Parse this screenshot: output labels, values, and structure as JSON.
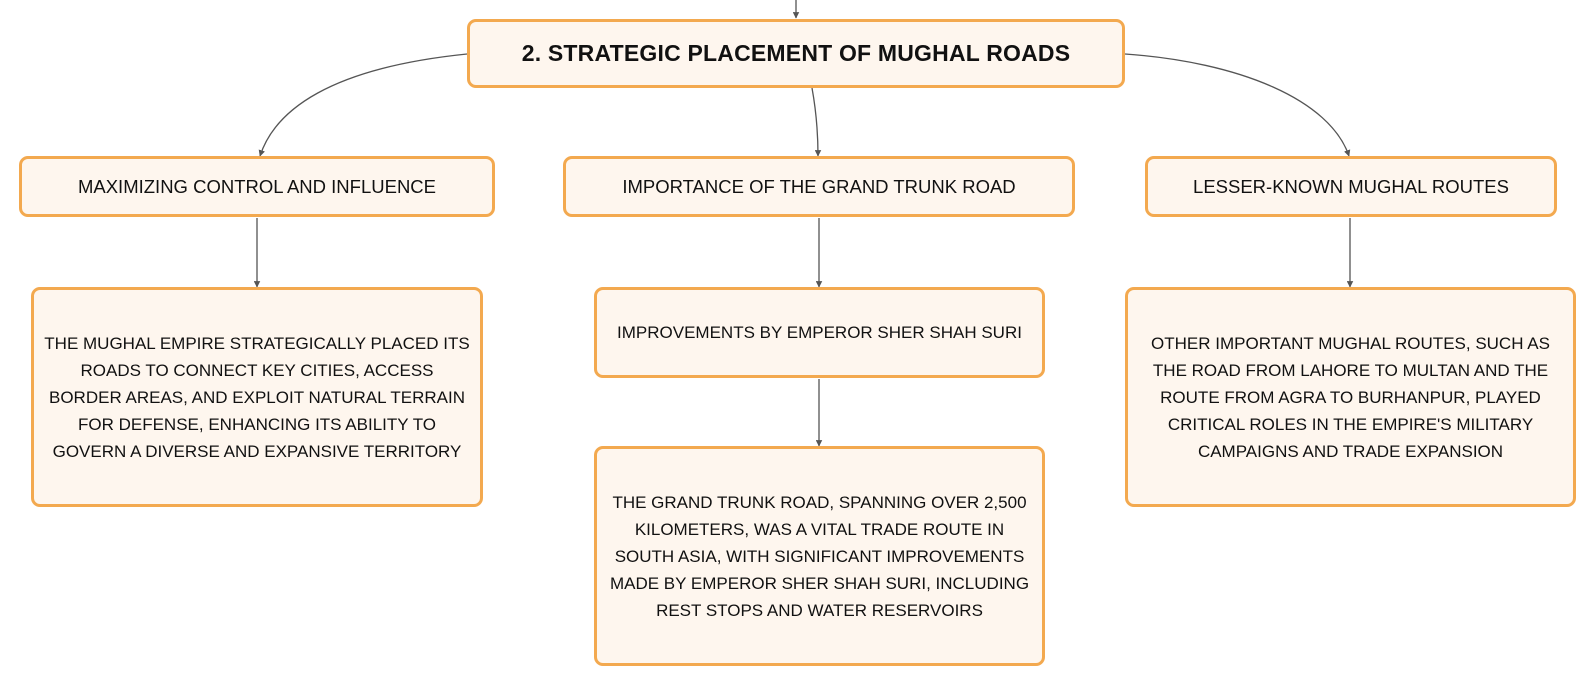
{
  "root": {
    "label": "2. STRATEGIC PLACEMENT OF MUGHAL ROADS"
  },
  "branches": [
    {
      "label": "MAXIMIZING CONTROL AND INFLUENCE",
      "details": [
        "THE MUGHAL EMPIRE STRATEGICALLY PLACED ITS ROADS TO CONNECT KEY CITIES, ACCESS BORDER AREAS, AND EXPLOIT NATURAL TERRAIN FOR DEFENSE, ENHANCING ITS ABILITY TO GOVERN A DIVERSE AND EXPANSIVE TERRITORY"
      ]
    },
    {
      "label": "IMPORTANCE OF THE GRAND TRUNK ROAD",
      "details": [
        "IMPROVEMENTS BY EMPEROR SHER SHAH SURI",
        "THE GRAND TRUNK ROAD, SPANNING OVER 2,500 KILOMETERS, WAS A VITAL TRADE ROUTE IN SOUTH ASIA, WITH SIGNIFICANT IMPROVEMENTS MADE BY EMPEROR SHER SHAH SURI, INCLUDING REST STOPS AND WATER RESERVOIRS"
      ]
    },
    {
      "label": "LESSER-KNOWN MUGHAL ROUTES",
      "details": [
        "OTHER IMPORTANT MUGHAL ROUTES, SUCH AS THE ROAD FROM LAHORE TO MULTAN AND THE ROUTE FROM AGRA TO BURHANPUR, PLAYED CRITICAL ROLES IN THE EMPIRE'S MILITARY CAMPAIGNS AND TRADE EXPANSION"
      ]
    }
  ],
  "colors": {
    "node_border": "#f3a94f",
    "node_fill": "#fef6ee",
    "connector": "#555555"
  }
}
